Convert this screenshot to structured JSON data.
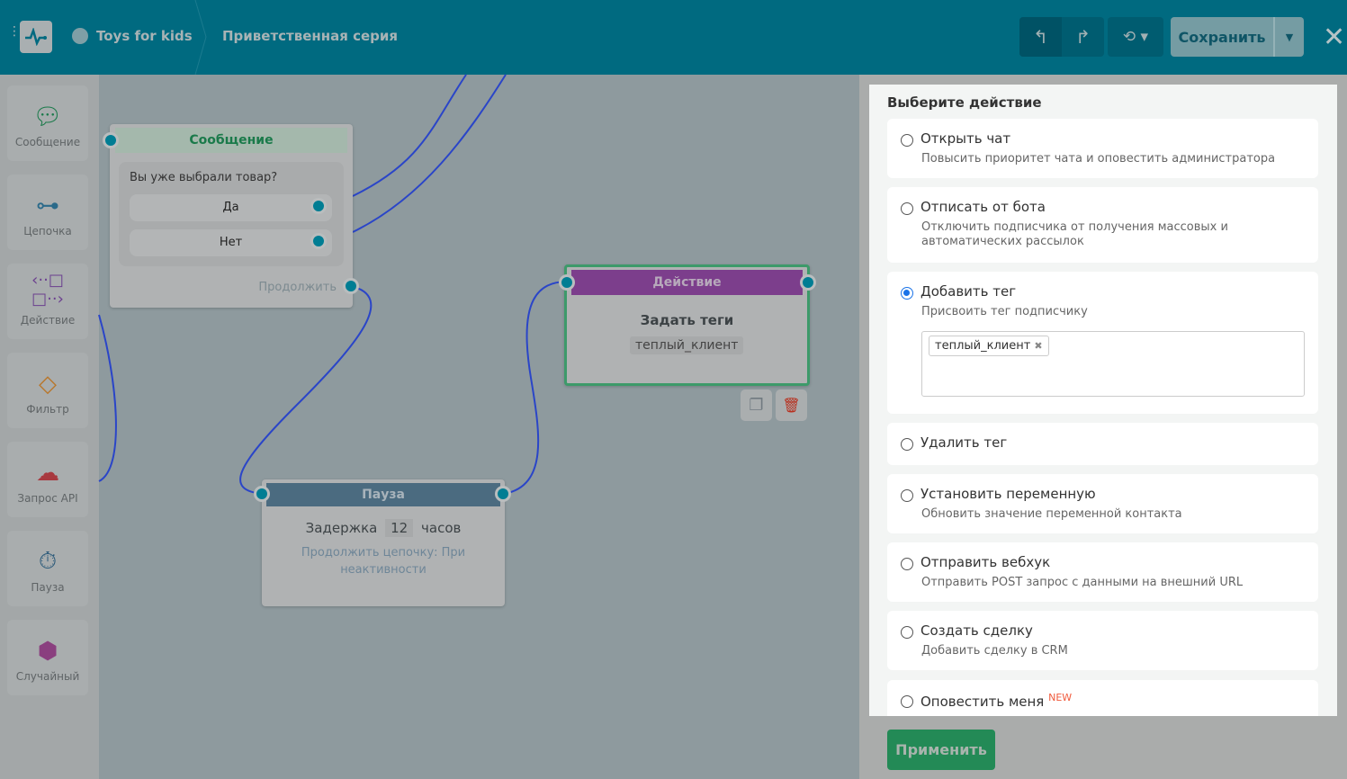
{
  "header": {
    "bot_name": "Toys for kids",
    "flow_name": "Приветственная серия",
    "save_label": "Сохранить",
    "colors": {
      "header": "#006a80"
    }
  },
  "sidebar": {
    "items": [
      {
        "label": "Сообщение",
        "icon": "chat-bubble-icon",
        "color": "#1a7a4a"
      },
      {
        "label": "Цепочка",
        "icon": "chain-icon",
        "color": "#2b6a8a"
      },
      {
        "label": "Действие",
        "icon": "action-icon",
        "color": "#6b3f8f"
      },
      {
        "label": "Фильтр",
        "icon": "filter-icon",
        "color": "#b8772c"
      },
      {
        "label": "Запрос API",
        "icon": "cloud-api-icon",
        "color": "#a8393f"
      },
      {
        "label": "Пауза",
        "icon": "stopwatch-icon",
        "color": "#2c5a7a"
      },
      {
        "label": "Случайный",
        "icon": "dice-icon",
        "color": "#8a3f7f"
      }
    ]
  },
  "nodes": {
    "message": {
      "title": "Сообщение",
      "text": "Вы уже выбрали товар?",
      "buttons": [
        "Да",
        "Нет"
      ],
      "continue": "Продолжить"
    },
    "action": {
      "title": "Действие",
      "subtitle": "Задать теги",
      "tag": "теплый_клиент"
    },
    "pause": {
      "title": "Пауза",
      "label": "Задержка",
      "value": "12",
      "unit": "часов",
      "note": "Продолжить цепочку: При неактивности"
    }
  },
  "panel": {
    "title": "Выберите действие",
    "options": [
      {
        "title": "Открыть чат",
        "desc": "Повысить приоритет чата и оповестить администратора",
        "selected": false
      },
      {
        "title": "Отписать от бота",
        "desc": "Отключить подписчика от получения массовых и автоматических рассылок",
        "selected": false
      },
      {
        "title": "Добавить тег",
        "desc": "Присвоить тег подписчику",
        "selected": true,
        "tags": [
          "теплый_клиент"
        ]
      },
      {
        "title": "Удалить тег",
        "desc": "",
        "selected": false
      },
      {
        "title": "Установить переменную",
        "desc": "Обновить значение переменной контакта",
        "selected": false
      },
      {
        "title": "Отправить вебхук",
        "desc": "Отправить POST запрос с данными на внешний URL",
        "selected": false
      },
      {
        "title": "Создать сделку",
        "desc": "Добавить сделку в CRM",
        "selected": false
      },
      {
        "title": "Оповестить меня",
        "badge": "NEW",
        "desc": "",
        "selected": false
      }
    ],
    "apply_label": "Применить"
  }
}
